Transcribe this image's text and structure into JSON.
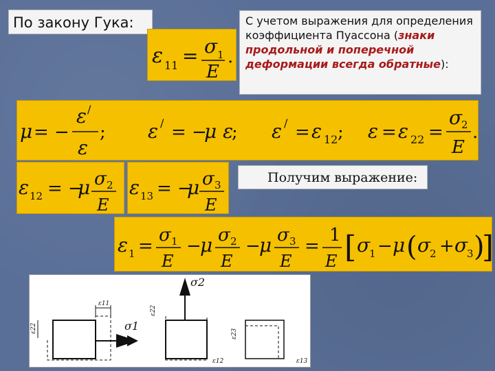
{
  "hooke_title": "По закону Гука:",
  "poisson": {
    "text_before": "С учетом выражения для определения коэффициента Пуассона (",
    "highlight": "знаки продольной и поперечной деформации всегда обратные",
    "text_after": "):"
  },
  "get_expression": "Получим выражение:",
  "figure": {
    "left_strain_label": "ε11",
    "left_side_label": "ε22",
    "left_force_label": "σ1",
    "mid_force_label": "σ2",
    "mid_strain_label": "ε22",
    "mid_bottom_label": "ε12",
    "right_strain_label": "ε23",
    "right_bottom_label": "ε13"
  },
  "colors": {
    "formula_bg": "#f5c000",
    "slide_bg": "#5a6f97",
    "note_highlight": "#a71a1a"
  }
}
